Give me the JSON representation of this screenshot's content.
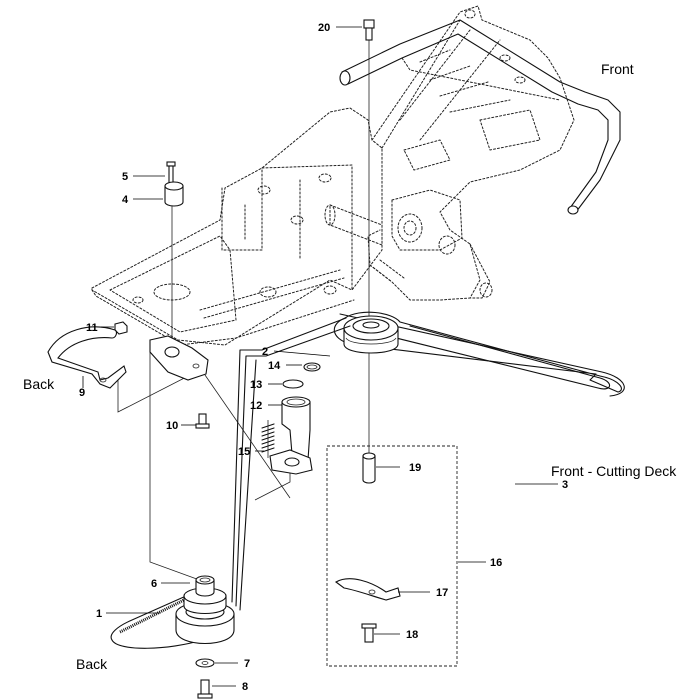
{
  "diagram": {
    "callouts": [
      {
        "id": "20",
        "label": "20"
      },
      {
        "id": "5",
        "label": "5"
      },
      {
        "id": "4",
        "label": "4"
      },
      {
        "id": "11",
        "label": "11"
      },
      {
        "id": "9",
        "label": "9"
      },
      {
        "id": "10",
        "label": "10"
      },
      {
        "id": "14",
        "label": "14"
      },
      {
        "id": "13",
        "label": "13"
      },
      {
        "id": "12",
        "label": "12"
      },
      {
        "id": "15",
        "label": "15"
      },
      {
        "id": "19",
        "label": "19"
      },
      {
        "id": "3",
        "label": "3"
      },
      {
        "id": "2",
        "label": "2"
      },
      {
        "id": "16",
        "label": "16"
      },
      {
        "id": "6",
        "label": "6"
      },
      {
        "id": "1",
        "label": "1"
      },
      {
        "id": "17",
        "label": "17"
      },
      {
        "id": "18",
        "label": "18"
      },
      {
        "id": "7",
        "label": "7"
      },
      {
        "id": "8",
        "label": "8"
      }
    ],
    "labels": {
      "front": "Front",
      "back_top": "Back",
      "front_cutting_deck": "Front - Cutting Deck",
      "back_bottom": "Back"
    }
  }
}
